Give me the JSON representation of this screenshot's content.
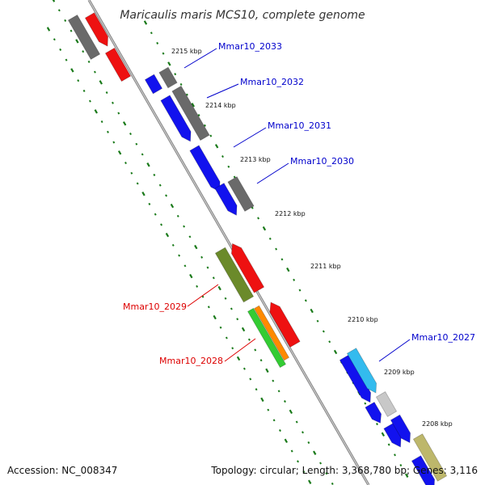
{
  "title": "Maricaulis maris MCS10, complete genome",
  "accession": "Accession: NC_008347",
  "topology": "Topology: circular; Length: 3,368,780 bp; Genes: 3,116",
  "colors": {
    "background": "#ffffff",
    "backbone": "#8a8a8a",
    "tick": "#1a7a1a",
    "forward_label": "#0000cc",
    "reverse_label": "#dd0000",
    "blue": "#1212ee",
    "grey": "#6a6a6a",
    "red": "#ee1111",
    "olive": "#6b8a2a",
    "green": "#33cc33",
    "orange": "#ff8a00",
    "cyan": "#33bbee",
    "lightgrey": "#c8c8c8",
    "khaki": "#bdb76b"
  },
  "kbp_marks": [
    "2215 kbp",
    "2214 kbp",
    "2213 kbp",
    "2212 kbp",
    "2211 kbp",
    "2210 kbp",
    "2209 kbp",
    "2208 kbp"
  ],
  "forward_labels": [
    "Mmar10_2033",
    "Mmar10_2032",
    "Mmar10_2031",
    "Mmar10_2030",
    "Mmar10_2027"
  ],
  "reverse_labels": [
    "Mmar10_2029",
    "Mmar10_2028"
  ]
}
